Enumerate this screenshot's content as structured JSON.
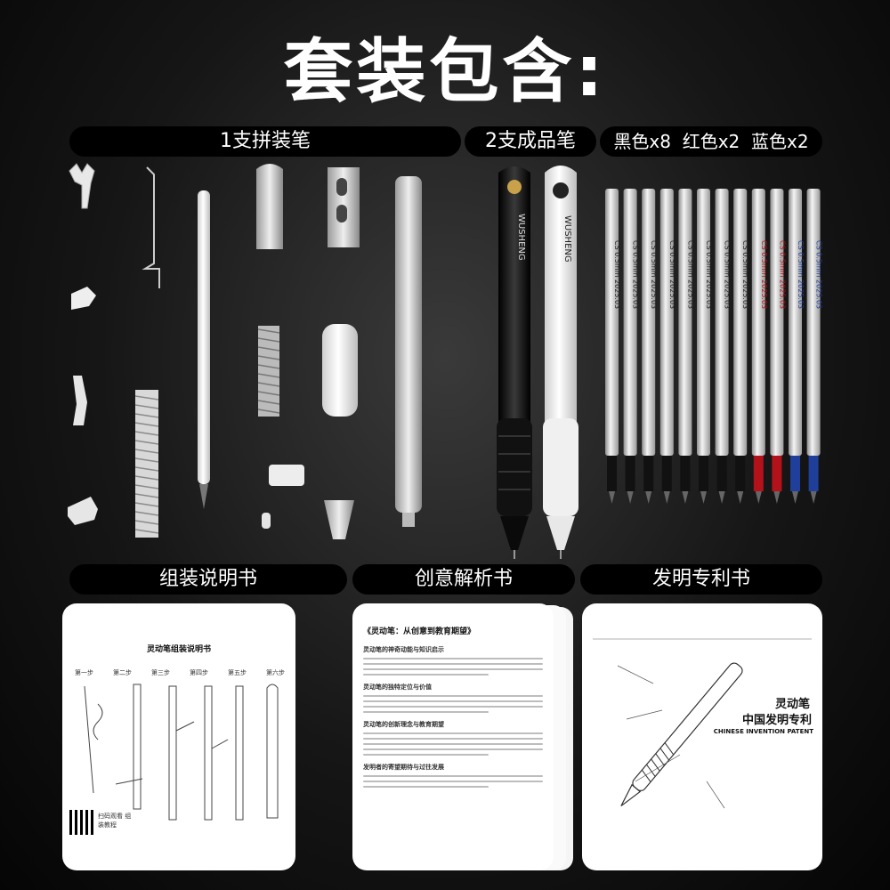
{
  "title": "套装包含:",
  "sections": {
    "kit_pen": "1支拼装笔",
    "finished_pens": "2支成品笔",
    "refills": "黑色x8  红色x2  蓝色x2",
    "assembly_manual": "组装说明书",
    "creative_book": "创意解析书",
    "patent_book": "发明专利书"
  },
  "pens": {
    "black_brand": "WUSHENG",
    "white_brand": "WUSHENG"
  },
  "refill": {
    "label": "CS 0.5mm 2025.03",
    "colors": [
      "#111111",
      "#111111",
      "#111111",
      "#111111",
      "#111111",
      "#111111",
      "#111111",
      "#111111",
      "#b3121b",
      "#b3121b",
      "#1f3f9a",
      "#1f3f9a"
    ]
  },
  "manual": {
    "title": "灵动笔组装说明书",
    "steps": [
      "第一步",
      "第二步",
      "第三步",
      "第四步",
      "第五步",
      "第六步"
    ],
    "qr_caption": "扫码观看 组装教程"
  },
  "creative": {
    "title": "《灵动笔：从创意到教育期望》",
    "headings": [
      "灵动笔的神奇动能与知识启示",
      "灵动笔的独特定位与价值",
      "灵动笔的创新理念与教育期望",
      "发明者的寄望期待与过往发展"
    ]
  },
  "patent": {
    "title_line1": "灵动笔",
    "title_line2": "中国发明专利",
    "title_line3": "CHINESE INVENTION PATENT"
  },
  "colors": {
    "bar_bg": "#000000",
    "accent_red": "#b3121b",
    "accent_blue": "#1f3f9a"
  }
}
